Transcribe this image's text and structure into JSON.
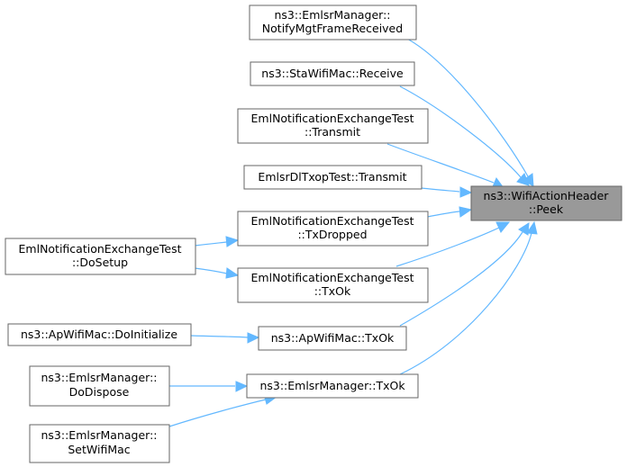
{
  "nodes": {
    "target": [
      "ns3::WifiActionHeader",
      "::Peek"
    ],
    "notify_mgt": [
      "ns3::EmlsrManager::",
      "NotifyMgtFrameReceived"
    ],
    "sta_receive": [
      "ns3::StaWifiMac::Receive"
    ],
    "eml_transmit": [
      "EmlNotificationExchangeTest",
      "::Transmit"
    ],
    "dltxop_transmit": [
      "EmlsrDlTxopTest::Transmit"
    ],
    "eml_txdropped": [
      "EmlNotificationExchangeTest",
      "::TxDropped"
    ],
    "eml_dosetup": [
      "EmlNotificationExchangeTest",
      "::DoSetup"
    ],
    "eml_txok": [
      "EmlNotificationExchangeTest",
      "::TxOk"
    ],
    "ap_doinit": [
      "ns3::ApWifiMac::DoInitialize"
    ],
    "ap_txok": [
      "ns3::ApWifiMac::TxOk"
    ],
    "emlsr_dodispose": [
      "ns3::EmlsrManager::",
      "DoDispose"
    ],
    "emlsr_txok": [
      "ns3::EmlsrManager::TxOk"
    ],
    "emlsr_setwifimac": [
      "ns3::EmlsrManager::",
      "SetWifiMac"
    ]
  },
  "colors": {
    "edge": "#63b8ff",
    "node_border": "#666666",
    "target_fill": "#999999"
  }
}
